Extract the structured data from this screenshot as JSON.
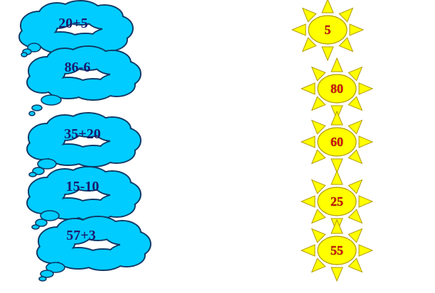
{
  "colors": {
    "cloud_fill": "#00ccff",
    "cloud_stroke": "#0d3a66",
    "cloud_text": "#1a1a6e",
    "sun_fill": "#ffff00",
    "sun_stroke": "#b39a00",
    "sun_text": "#e01010"
  },
  "clouds": [
    {
      "expression": "20+5"
    },
    {
      "expression": "86-6"
    },
    {
      "expression": "35+20"
    },
    {
      "expression": "15-10"
    },
    {
      "expression": "57+3"
    }
  ],
  "suns": [
    {
      "value": "5"
    },
    {
      "value": "80"
    },
    {
      "value": "60"
    },
    {
      "value": "25"
    },
    {
      "value": "55"
    }
  ]
}
